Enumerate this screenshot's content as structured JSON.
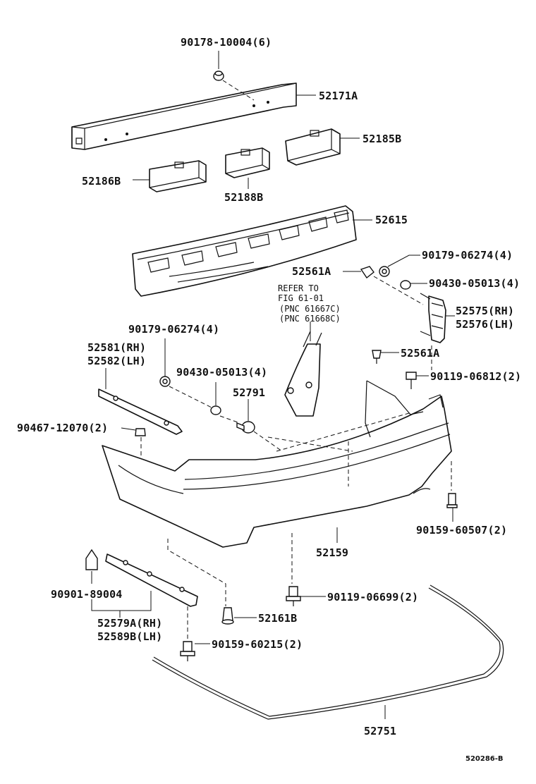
{
  "diagram": {
    "labels": {
      "p90178": "90178-10004(6)",
      "p52171A": "52171A",
      "p52185B": "52185B",
      "p52186B": "52186B",
      "p52188B": "52188B",
      "p52615": "52615",
      "p90179a": "90179-06274(4)",
      "p52561A_top": "52561A",
      "p90430a": "90430-05013(4)",
      "refer1": "REFER TO",
      "refer2": "FIG 61-01",
      "refer3": "(PNC 61667C)",
      "refer4": "(PNC 61668C)",
      "p52575": "52575(RH)",
      "p52576": "52576(LH)",
      "p90179b": "90179-06274(4)",
      "p52581": "52581(RH)",
      "p52582": "52582(LH)",
      "p52561A_mid": "52561A",
      "p90430b": "90430-05013(4)",
      "p90119a": "90119-06812(2)",
      "p52791": "52791",
      "p90467": "90467-12070(2)",
      "p90159a": "90159-60507(2)",
      "p52159": "52159",
      "p90901": "90901-89004",
      "p90119b": "90119-06699(2)",
      "p52579A": "52579A(RH)",
      "p52589B": "52589B(LH)",
      "p52161B": "52161B",
      "p90159b": "90159-60215(2)",
      "p52751": "52751",
      "code": "520286-B"
    }
  }
}
